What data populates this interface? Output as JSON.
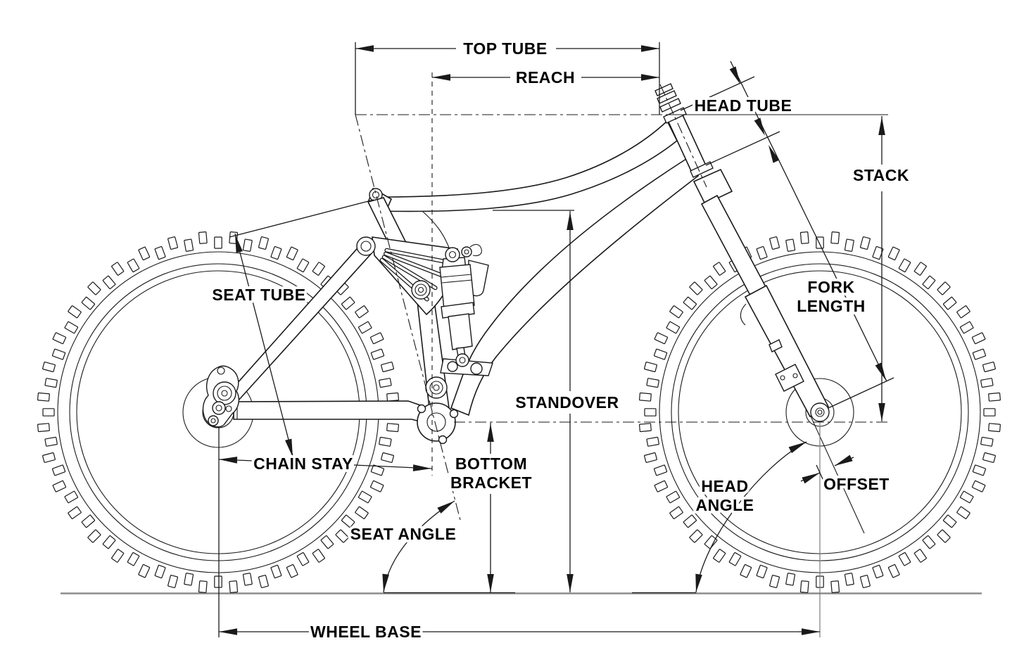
{
  "diagram": {
    "title": "bicycle frame geometry diagram",
    "labels": {
      "top_tube": "TOP TUBE",
      "reach": "REACH",
      "head_tube": "HEAD TUBE",
      "stack": "STACK",
      "seat_tube": "SEAT TUBE",
      "fork_length": [
        "FORK",
        "LENGTH"
      ],
      "standover": "STANDOVER",
      "chain_stay": "CHAIN STAY",
      "bottom_bracket": [
        "BOTTOM",
        "BRACKET"
      ],
      "seat_angle": "SEAT ANGLE",
      "head_angle": [
        "HEAD",
        "ANGLE"
      ],
      "offset": "OFFSET",
      "wheel_base": "WHEEL BASE"
    },
    "colors": {
      "line": "#1a1a1a",
      "ground": "#8c8c8c",
      "background": "#ffffff",
      "label_text": "#000000"
    }
  }
}
